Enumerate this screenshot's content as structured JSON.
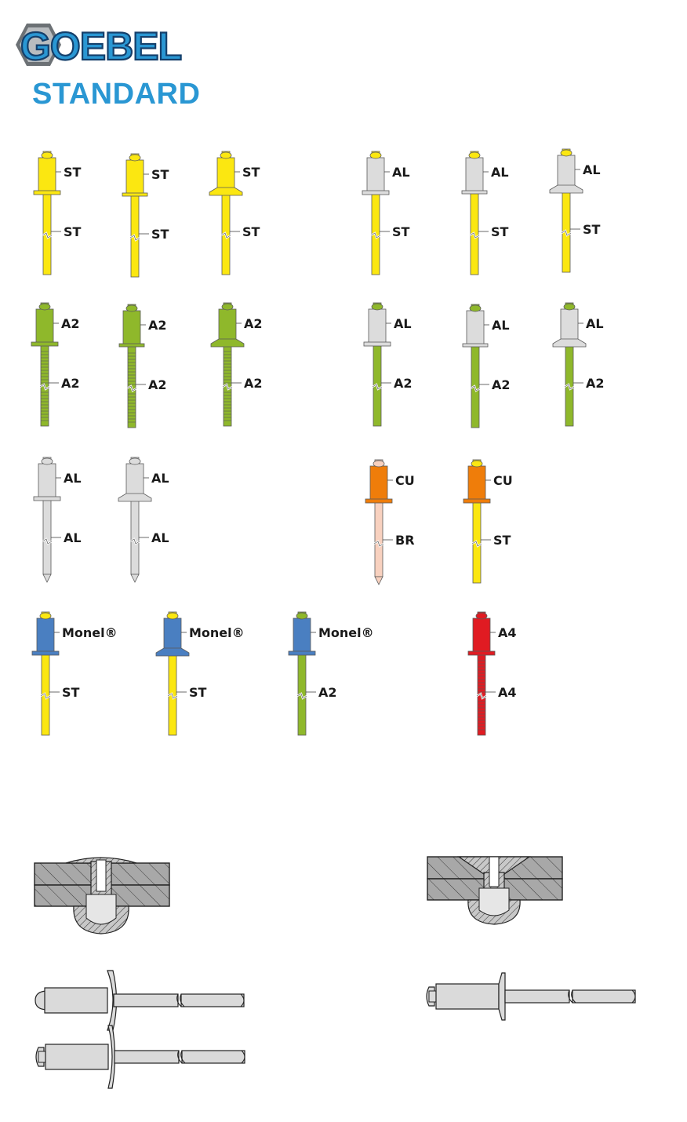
{
  "brand": {
    "name": "GOEBEL",
    "text_color": "#2a97d3"
  },
  "subtitle": "STANDARD",
  "colors": {
    "ST": "#fbe711",
    "AL": "#dcdcdc",
    "A2": "#8fb82b",
    "CU": "#ef7d0a",
    "BR": "#f8d1bf",
    "Monel": "#4a7fc1",
    "A4": "#e01b22",
    "section_fill": "#a8a8a8",
    "part_fill": "#dadada"
  },
  "rivets": [
    {
      "id": "st-st-dome",
      "head": "dome",
      "body": "ST",
      "mandrel": "ST",
      "body_label": "ST",
      "mandrel_label": "ST",
      "tip": "flat",
      "grooved": false
    },
    {
      "id": "st-st-large",
      "head": "large",
      "body": "ST",
      "mandrel": "ST",
      "body_label": "ST",
      "mandrel_label": "ST",
      "tip": "flat",
      "grooved": false
    },
    {
      "id": "st-st-csk",
      "head": "countersunk",
      "body": "ST",
      "mandrel": "ST",
      "body_label": "ST",
      "mandrel_label": "ST",
      "tip": "flat",
      "grooved": false
    },
    {
      "id": "al-st-dome",
      "head": "dome",
      "body": "AL",
      "mandrel": "ST",
      "body_label": "AL",
      "mandrel_label": "ST",
      "tip": "flat",
      "grooved": false
    },
    {
      "id": "al-st-large",
      "head": "large",
      "body": "AL",
      "mandrel": "ST",
      "body_label": "AL",
      "mandrel_label": "ST",
      "tip": "flat",
      "grooved": false
    },
    {
      "id": "al-st-csk",
      "head": "countersunk",
      "body": "AL",
      "mandrel": "ST",
      "body_label": "AL",
      "mandrel_label": "ST",
      "tip": "flat",
      "grooved": false
    },
    {
      "id": "a2-a2-dome",
      "head": "dome",
      "body": "A2",
      "mandrel": "A2",
      "body_label": "A2",
      "mandrel_label": "A2",
      "tip": "flat",
      "grooved": true
    },
    {
      "id": "a2-a2-large",
      "head": "large",
      "body": "A2",
      "mandrel": "A2",
      "body_label": "A2",
      "mandrel_label": "A2",
      "tip": "flat",
      "grooved": true
    },
    {
      "id": "a2-a2-csk",
      "head": "countersunk",
      "body": "A2",
      "mandrel": "A2",
      "body_label": "A2",
      "mandrel_label": "A2",
      "tip": "flat",
      "grooved": true
    },
    {
      "id": "al-a2-dome",
      "head": "dome",
      "body": "AL",
      "mandrel": "A2",
      "body_label": "AL",
      "mandrel_label": "A2",
      "tip": "flat",
      "grooved": false
    },
    {
      "id": "al-a2-large",
      "head": "large",
      "body": "AL",
      "mandrel": "A2",
      "body_label": "AL",
      "mandrel_label": "A2",
      "tip": "flat",
      "grooved": false
    },
    {
      "id": "al-a2-csk",
      "head": "countersunk",
      "body": "AL",
      "mandrel": "A2",
      "body_label": "AL",
      "mandrel_label": "A2",
      "tip": "flat",
      "grooved": false
    },
    {
      "id": "al-al-dome",
      "head": "dome",
      "body": "AL",
      "mandrel": "AL",
      "body_label": "AL",
      "mandrel_label": "AL",
      "tip": "point",
      "grooved": false
    },
    {
      "id": "al-al-csk",
      "head": "countersunk",
      "body": "AL",
      "mandrel": "AL",
      "body_label": "AL",
      "mandrel_label": "AL",
      "tip": "point",
      "grooved": false
    },
    {
      "id": "cu-br-dome",
      "head": "dome",
      "body": "CU",
      "mandrel": "BR",
      "body_label": "CU",
      "mandrel_label": "BR",
      "tip": "point",
      "grooved": false
    },
    {
      "id": "cu-st-dome",
      "head": "dome",
      "body": "CU",
      "mandrel": "ST",
      "body_label": "CU",
      "mandrel_label": "ST",
      "tip": "flat",
      "grooved": false
    },
    {
      "id": "monel-st-dome",
      "head": "dome",
      "body": "Monel",
      "mandrel": "ST",
      "body_label": "Monel®",
      "mandrel_label": "ST",
      "tip": "flat",
      "grooved": false
    },
    {
      "id": "monel-st-csk",
      "head": "countersunk",
      "body": "Monel",
      "mandrel": "ST",
      "body_label": "Monel®",
      "mandrel_label": "ST",
      "tip": "flat",
      "grooved": false
    },
    {
      "id": "monel-a2-dome",
      "head": "dome",
      "body": "Monel",
      "mandrel": "A2",
      "body_label": "Monel®",
      "mandrel_label": "A2",
      "tip": "flat",
      "grooved": false
    },
    {
      "id": "a4-a4-dome",
      "head": "dome",
      "body": "A4",
      "mandrel": "A4",
      "body_label": "A4",
      "mandrel_label": "A4",
      "tip": "flat",
      "grooved": true
    }
  ],
  "technical_drawings": [
    {
      "id": "section-dome",
      "kind": "section",
      "head": "dome"
    },
    {
      "id": "section-countersunk",
      "kind": "section",
      "head": "countersunk"
    },
    {
      "id": "side-dome",
      "kind": "side",
      "head": "dome"
    },
    {
      "id": "side-countersunk",
      "kind": "side",
      "head": "countersunk"
    },
    {
      "id": "side-large-flange",
      "kind": "side",
      "head": "large"
    }
  ]
}
